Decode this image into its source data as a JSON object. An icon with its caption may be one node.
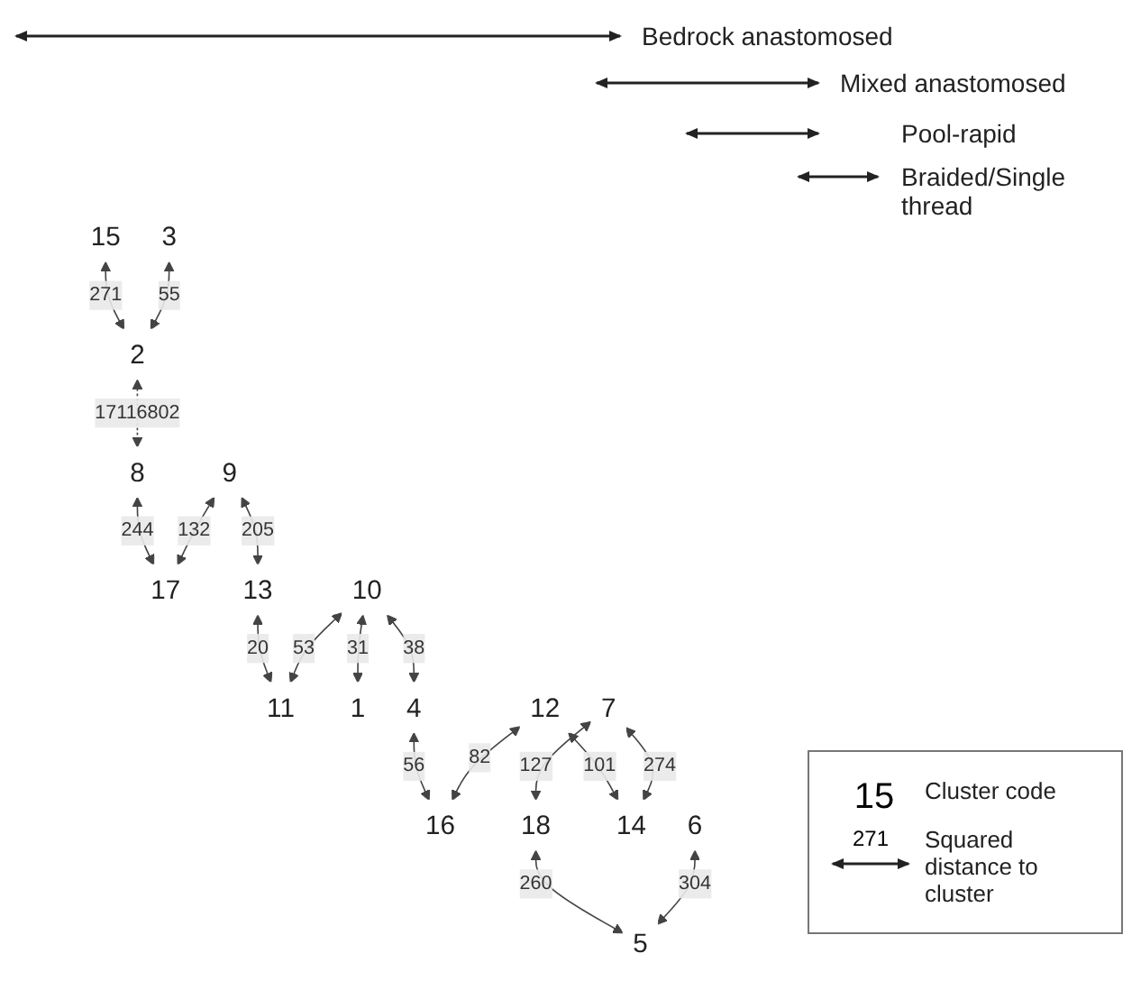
{
  "diagram": {
    "nodes": [
      {
        "text": [
          "15"
        ]
      },
      {
        "text": [
          "2"
        ]
      },
      {
        "text": [
          "3"
        ]
      },
      {
        "text": [
          "8"
        ]
      },
      {
        "text": [
          "17"
        ]
      },
      {
        "text": [
          "9"
        ]
      },
      {
        "text": [
          "13"
        ]
      },
      {
        "text": [
          "11"
        ]
      },
      {
        "text": [
          "10"
        ]
      },
      {
        "text": [
          "1"
        ]
      },
      {
        "text": [
          "12"
        ]
      },
      {
        "text": [
          "16"
        ]
      },
      {
        "text": [
          "4"
        ]
      },
      {
        "text": [
          "18"
        ]
      },
      {
        "text": [
          "7"
        ]
      },
      {
        "text": [
          "14"
        ]
      },
      {
        "text": [
          "6"
        ]
      },
      {
        "text": [
          "5"
        ]
      }
    ],
    "edges": [
      {
        "from": 0,
        "to": 1,
        "arrow": "both",
        "label": "271"
      },
      {
        "from": 2,
        "to": 1,
        "arrow": "both",
        "label": "55"
      },
      {
        "from": 1,
        "to": 3,
        "arrow": "both",
        "label": "17116802",
        "style": "dashed"
      },
      {
        "from": 3,
        "to": 4,
        "arrow": "both",
        "label": "244"
      },
      {
        "from": 5,
        "to": 4,
        "arrow": "both",
        "label": "132"
      },
      {
        "from": 5,
        "to": 6,
        "arrow": "both",
        "label": "205"
      },
      {
        "from": 6,
        "to": 7,
        "arrow": "both",
        "label": "20"
      },
      {
        "from": 8,
        "to": 7,
        "arrow": "both",
        "label": "53"
      },
      {
        "from": 8,
        "to": 9,
        "arrow": "both",
        "label": "31"
      },
      {
        "from": 8,
        "to": 12,
        "arrow": "both",
        "label": "38"
      },
      {
        "from": 12,
        "to": 11,
        "arrow": "both",
        "label": "56"
      },
      {
        "from": 10,
        "to": 11,
        "arrow": "both",
        "label": "82"
      },
      {
        "from": 10,
        "to": 15,
        "arrow": "both",
        "label": "101"
      },
      {
        "from": 14,
        "to": 15,
        "arrow": "both",
        "label": "274"
      },
      {
        "from": 14,
        "to": 13,
        "arrow": "both",
        "label": "127"
      },
      {
        "from": 13,
        "to": 17,
        "arrow": "both",
        "label": "260"
      },
      {
        "from": 16,
        "to": 17,
        "arrow": "both",
        "label": "304"
      }
    ],
    "labels": [
      "Bedrock anastomosed",
      "Mixed anastomosed",
      "Pool-rapid",
      "Braided/Single thread",
      "15",
      "271"
    ],
    "legend": [
      {
        "text": "Cluster code"
      },
      {
        "text": "Squared distance to cluster"
      }
    ]
  }
}
